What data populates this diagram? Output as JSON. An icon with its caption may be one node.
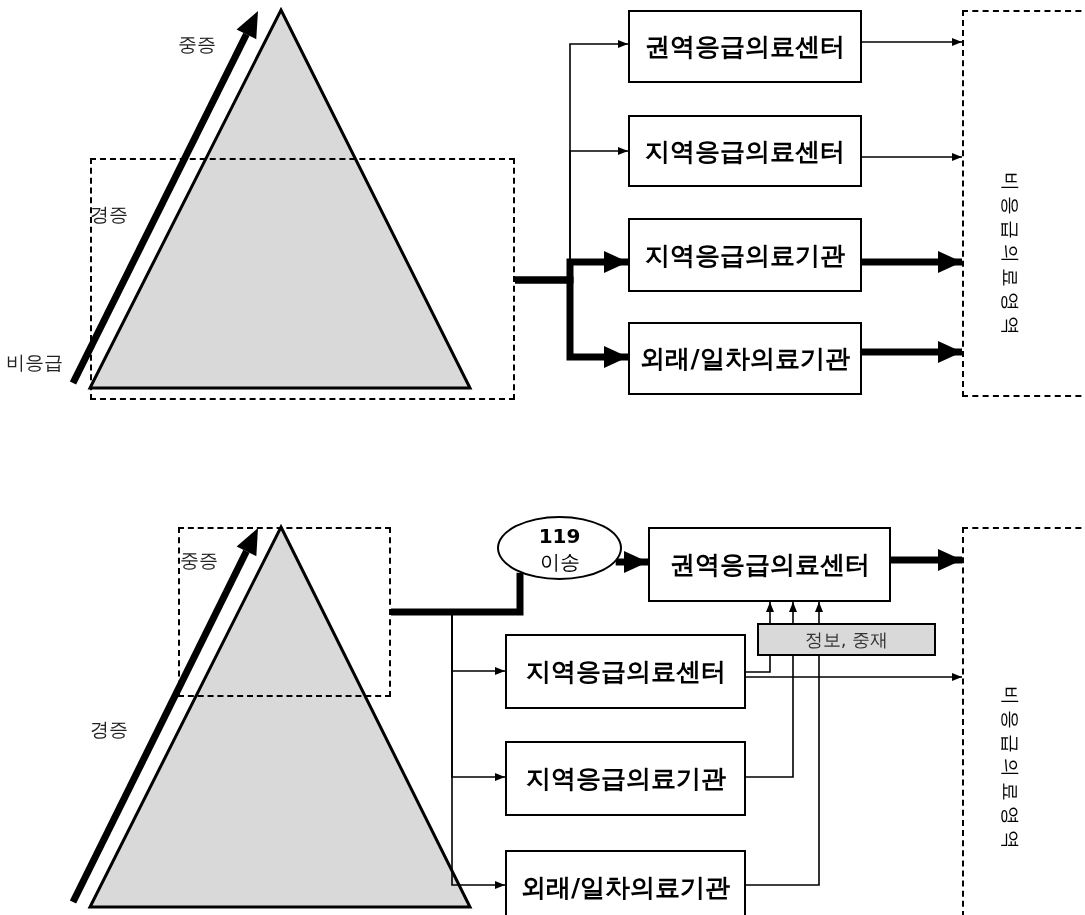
{
  "diagram": {
    "nodes": [
      {
        "text": [],
        "shape": "box"
      },
      {
        "text": [
          "권역응급의료센터"
        ]
      },
      {
        "text": [
          "지역응급의료센터"
        ]
      },
      {
        "text": [
          "지역응급의료기관"
        ]
      },
      {
        "text": [
          "외래/일차의료기관"
        ]
      },
      {
        "text": [
          "비응급의료영역"
        ]
      },
      {
        "text": [],
        "shape": "box"
      },
      {
        "text": [
          "**119** 이송"
        ]
      },
      {
        "text": [
          "권역응급의료센터"
        ]
      },
      {
        "text": [
          "정보, 중재"
        ]
      },
      {
        "text": [
          "지역응급의료센터"
        ]
      },
      {
        "text": [
          "지역응급의료기관"
        ]
      },
      {
        "text": [
          "외래/일차의료기관"
        ]
      },
      {
        "text": [
          "비응급의료영역"
        ]
      }
    ],
    "edges": [
      {
        "from": 0,
        "to": 1,
        "arrow": "to"
      },
      {
        "from": 0,
        "to": 2,
        "arrow": "to"
      },
      {
        "from": 0,
        "to": 3,
        "arrow": "to",
        "style": "thick"
      },
      {
        "from": 0,
        "to": 4,
        "arrow": "to",
        "style": "thick"
      },
      {
        "from": 1,
        "to": 5,
        "arrow": "to"
      },
      {
        "from": 2,
        "to": 5,
        "arrow": "to"
      },
      {
        "from": 3,
        "to": 5,
        "arrow": "to",
        "style": "thick"
      },
      {
        "from": 4,
        "to": 5,
        "arrow": "to",
        "style": "thick"
      },
      {
        "from": 6,
        "to": 7,
        "arrow": "none",
        "style": "thick"
      },
      {
        "from": 7,
        "to": 8,
        "arrow": "to",
        "style": "thick"
      },
      {
        "from": 6,
        "to": 10,
        "arrow": "to"
      },
      {
        "from": 6,
        "to": 11,
        "arrow": "to"
      },
      {
        "from": 6,
        "to": 12,
        "arrow": "to"
      },
      {
        "from": 8,
        "to": 13,
        "arrow": "to",
        "style": "thick"
      },
      {
        "from": 10,
        "to": 13,
        "arrow": "to"
      },
      {
        "from": 10,
        "to": 9,
        "arrow": "none"
      },
      {
        "from": 11,
        "to": 9,
        "arrow": "none"
      },
      {
        "from": 12,
        "to": 9,
        "arrow": "none"
      },
      {
        "from": 9,
        "to": 8,
        "arrow": "to"
      },
      {
        "from": 9,
        "to": 8,
        "arrow": "to"
      },
      {
        "from": 9,
        "to": 8,
        "arrow": "to"
      }
    ],
    "labels": [
      "중증",
      "경증",
      "비응급",
      "중증",
      "경증"
    ]
  }
}
